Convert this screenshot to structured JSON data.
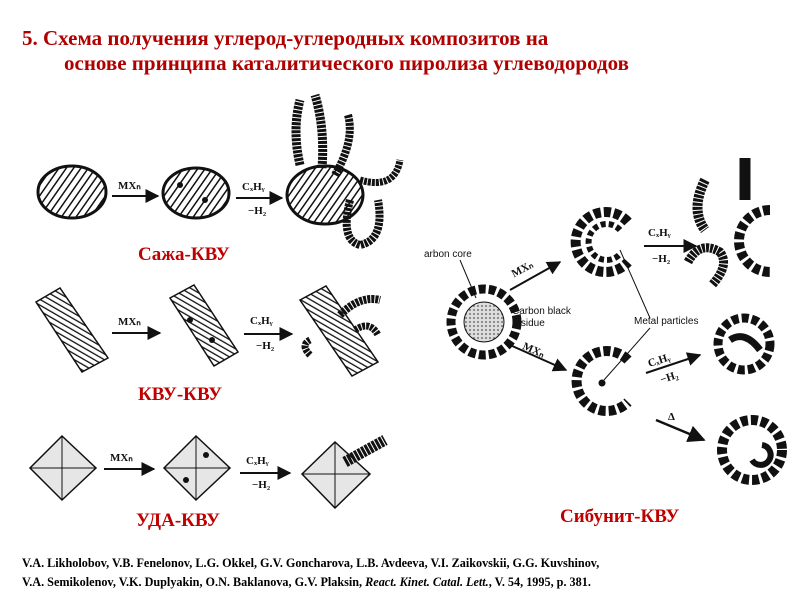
{
  "title": {
    "line1": "5. Схема  получения  углерод-углеродных  композитов  на",
    "line2": "основе принципа каталитического пиролиза углеводородов"
  },
  "labels": {
    "soot": "Сажа-КВУ",
    "kvu": "КВУ-КВУ",
    "uda": "УДА-КВУ",
    "sibunit": "Сибунит-КВУ"
  },
  "reagents": {
    "mx": "MXₙ",
    "cxhy": "CₓHᵧ",
    "h2": "−H₂",
    "delta": "Δ"
  },
  "annotations": {
    "carbon_core": "arbon core",
    "carbon_black": "Carbon black",
    "residue": "residue",
    "metal_particles": "Metal particles"
  },
  "citation": {
    "line1": "V.A. Likholobov, V.B. Fenelonov, L.G. Okkel, G.V. Goncharova, L.B. Avdeeva, V.I. Zaikovskii, G.G. Kuvshinov,",
    "line2_pre": "V.A. Semikolenov, V.K. Duplyakin, O.N. Baklanova, G.V. Plaksin, ",
    "journal": "React. Kinet. Catal. Lett.",
    "line2_post": ", V. 54, 1995, p. 381."
  },
  "colors": {
    "title": "#b00000",
    "labels": "#c00000",
    "ink": "#111111"
  }
}
